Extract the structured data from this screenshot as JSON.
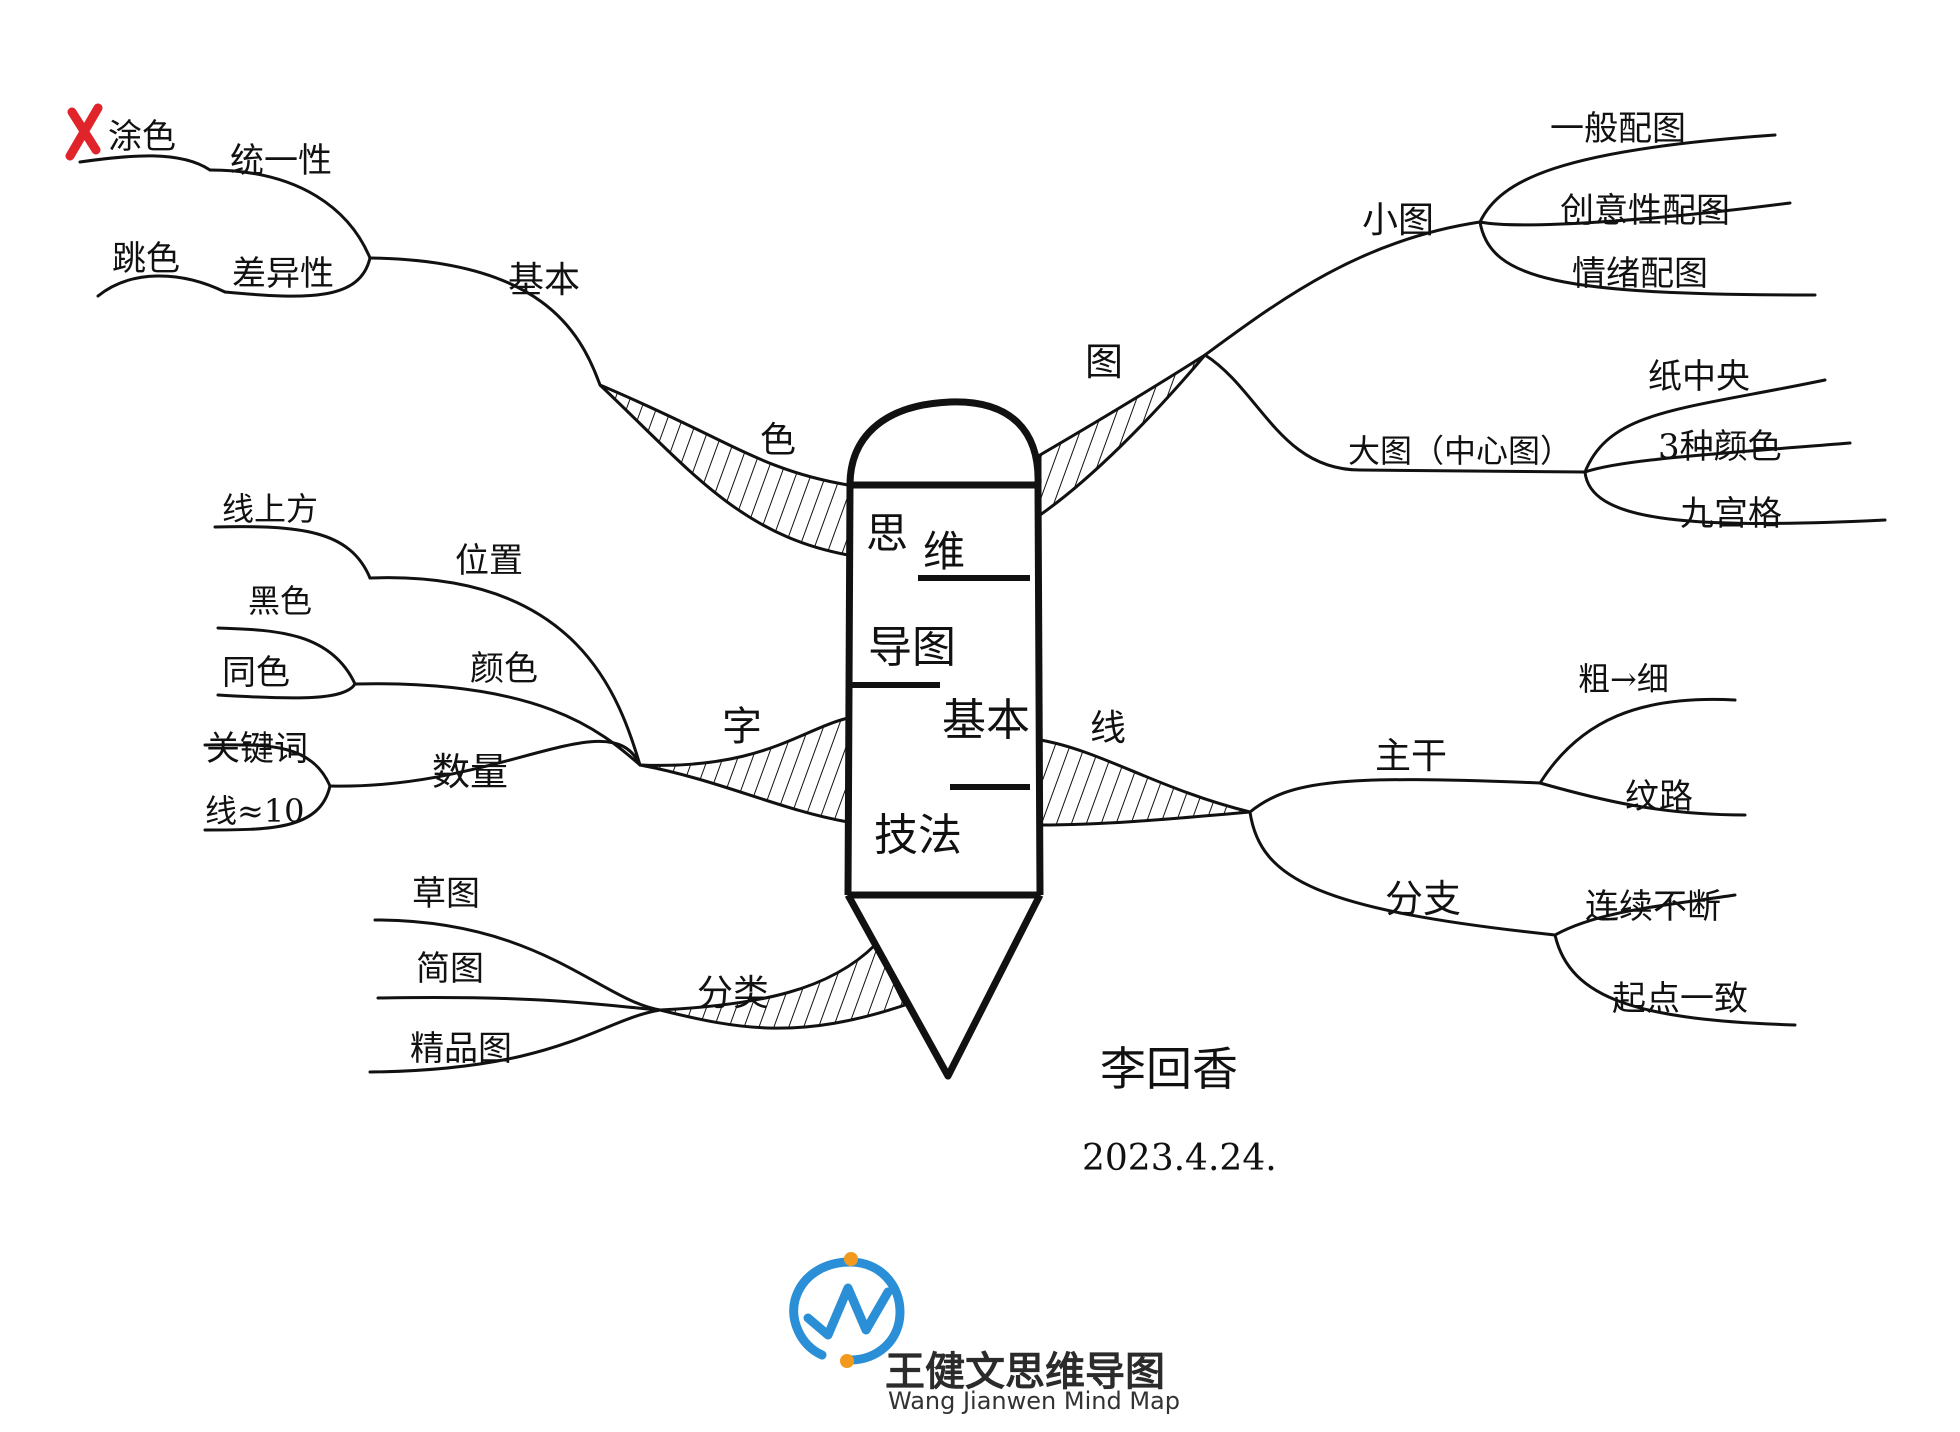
{
  "center": {
    "segments": [
      "思",
      "维",
      "导图",
      "基本",
      "技法"
    ]
  },
  "branches": {
    "color": {
      "label": "色",
      "sub": "基本",
      "leaves": [
        {
          "label": "统一性",
          "tag": "涂色",
          "tag_mark": "x-mark"
        },
        {
          "label": "差异性",
          "tag": "跳色"
        }
      ]
    },
    "text": {
      "label": "字",
      "subs": [
        {
          "label": "位置",
          "leaves": [
            "线上方"
          ]
        },
        {
          "label": "颜色",
          "leaves": [
            "黑色",
            "同色"
          ]
        },
        {
          "label": "数量",
          "leaves": [
            "关键词",
            "线≈10"
          ]
        }
      ]
    },
    "category": {
      "label": "分类",
      "leaves": [
        "草图",
        "简图",
        "精品图"
      ]
    },
    "image": {
      "label": "图",
      "subs": [
        {
          "label": "小图",
          "leaves": [
            "一般配图",
            "创意性配图",
            "情绪配图"
          ]
        },
        {
          "label": "大图（中心图）",
          "leaves": [
            "纸中央",
            "3种颜色",
            "九宫格"
          ]
        }
      ]
    },
    "line": {
      "label": "线",
      "subs": [
        {
          "label": "主干",
          "leaves": [
            "粗→细",
            "纹路"
          ]
        },
        {
          "label": "分支",
          "leaves": [
            "连续不断",
            "起点一致"
          ]
        }
      ]
    }
  },
  "author": "李回香",
  "date": "2023.4.24.",
  "logo": {
    "cn": "王健文思维导图",
    "en": "Wang Jianwen Mind Map",
    "colors": {
      "blue": "#2a8fd6",
      "orange": "#f39a1e"
    }
  },
  "colors": {
    "ink": "#111111",
    "xmark": "#e0242a"
  }
}
